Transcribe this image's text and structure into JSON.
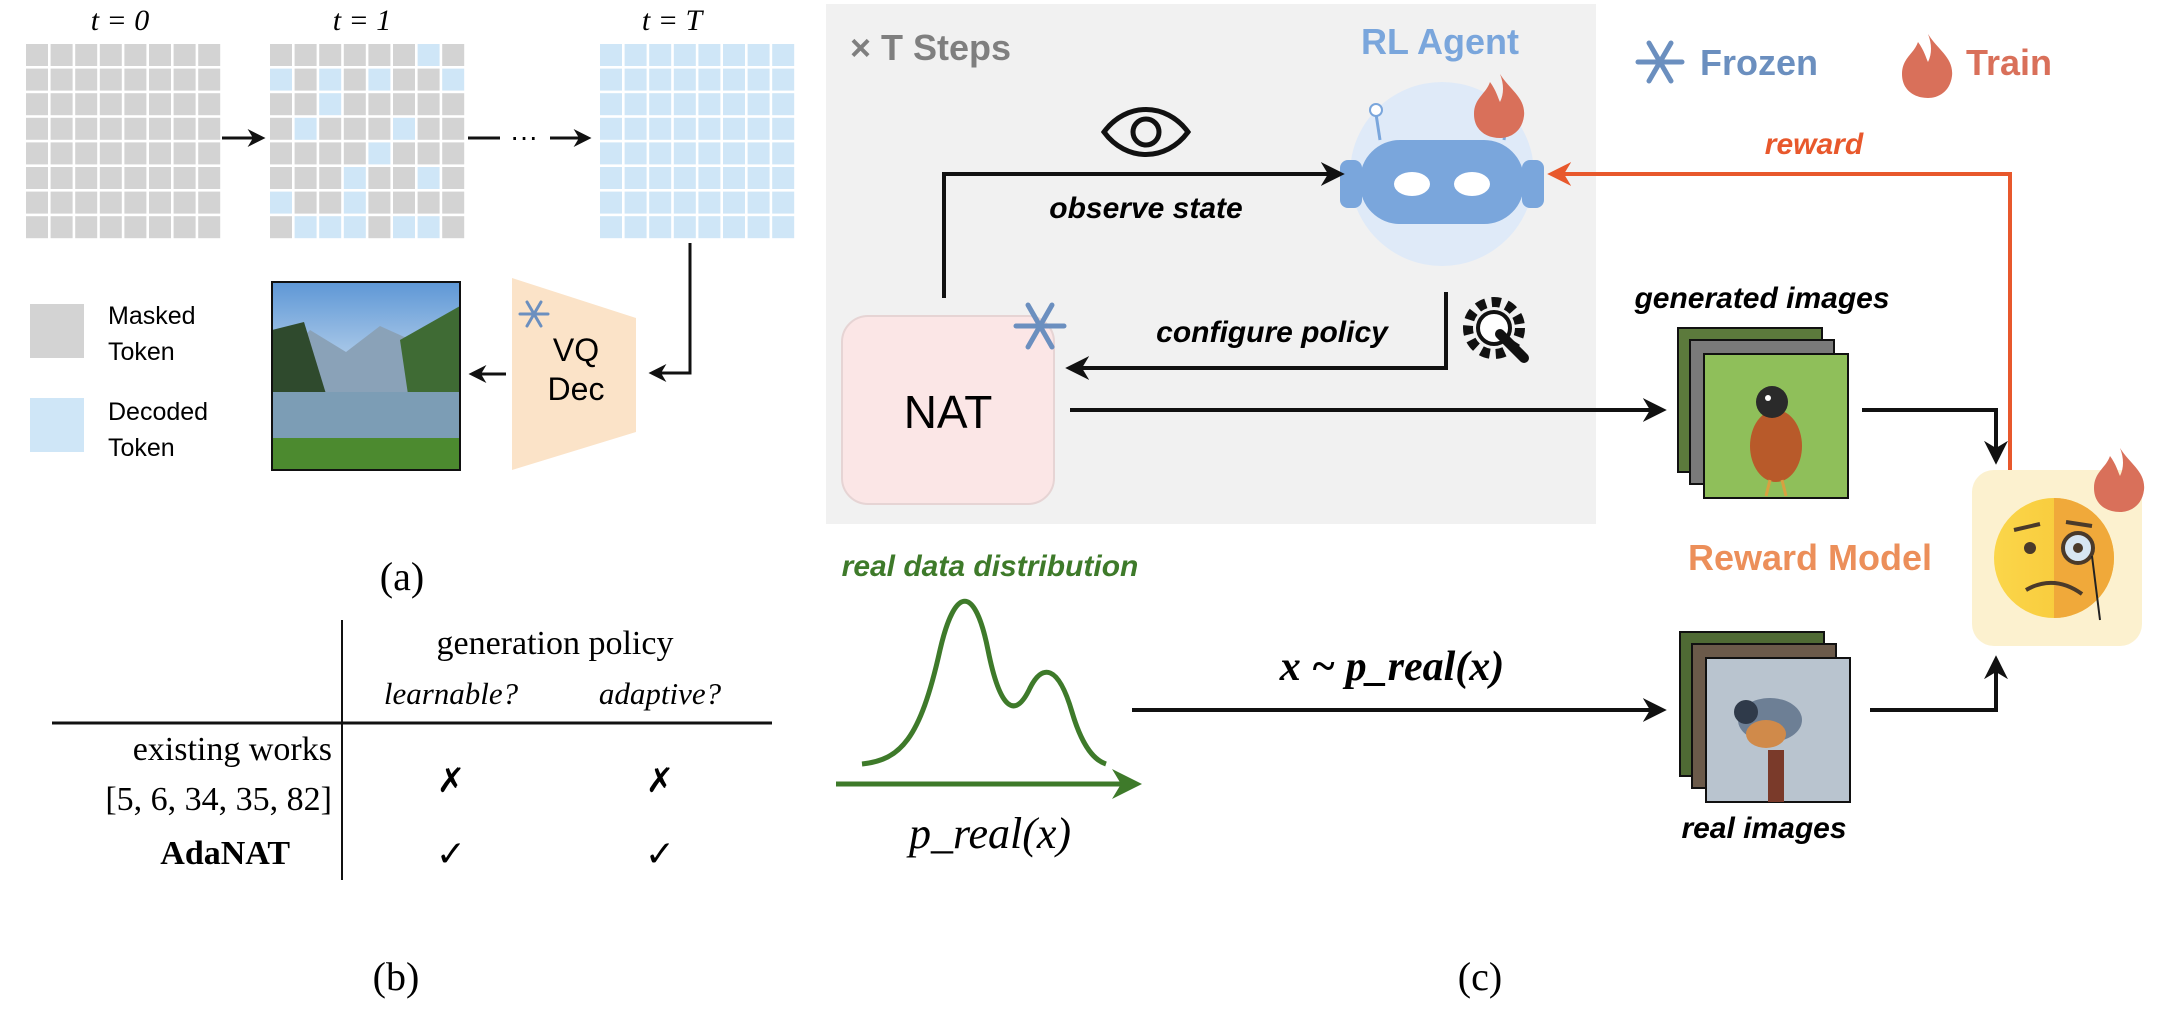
{
  "panel_a": {
    "grid_labels": [
      "t = 0",
      "t = 1",
      "t = T"
    ],
    "ellipsis": "···",
    "decoder_line1": "VQ",
    "decoder_line2": "Dec",
    "legend": {
      "masked_line1": "Masked",
      "masked_line2": "Token",
      "decoded_line1": "Decoded",
      "decoded_line2": "Token"
    },
    "caption": "(a)"
  },
  "panel_b": {
    "header": "generation policy",
    "col1": "learnable?",
    "col2": "adaptive?",
    "row1_label_1": "existing works",
    "row1_label_2": "[5, 6, 34, 35, 82]",
    "row1_col1": "✗",
    "row1_col2": "✗",
    "row2_label": "AdaNAT",
    "row2_col1": "✓",
    "row2_col2": "✓",
    "caption": "(b)"
  },
  "panel_c": {
    "steps_label": "× T Steps",
    "agent_label": "RL Agent",
    "legend_frozen": "Frozen",
    "legend_train": "Train",
    "observe_label": "observe state",
    "configure_label": "configure policy",
    "reward_label": "reward",
    "nat_label": "NAT",
    "generated_label": "generated images",
    "real_images_label": "real images",
    "reward_model_label": "Reward Model",
    "real_dist_label": "real data distribution",
    "sample_formula": "x ~ p_real(x)",
    "dist_formula": "p_real(x)",
    "caption": "(c)"
  },
  "colors": {
    "masked": "#d3d3d3",
    "decoded": "#cfe6f7",
    "frozen": "#6b8fbf",
    "train": "#d9705a",
    "reward_arrow": "#e8582c",
    "green": "#3e7a2a",
    "agent_blue": "#7aa6dc",
    "reward_model_orange": "#ec8f5a"
  }
}
